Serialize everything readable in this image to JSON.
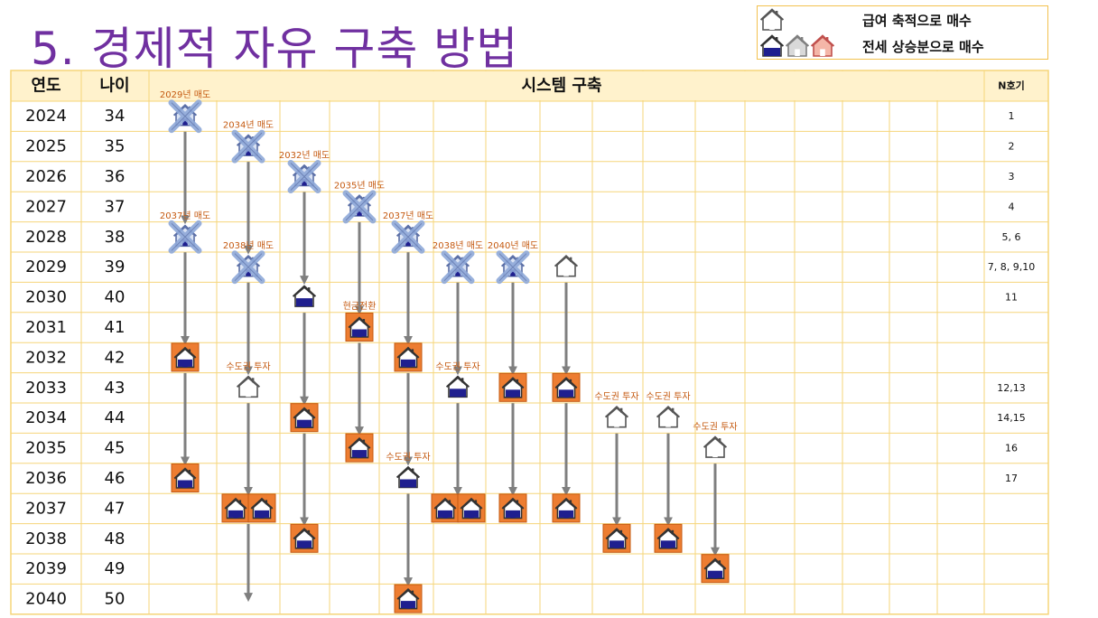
{
  "title": "5. 경제적 자유 구축 방법",
  "legend": {
    "rows": [
      {
        "icons": [
          "house-outline-icon"
        ],
        "text": "급여 축적으로 매수"
      },
      {
        "icons": [
          "house-navy-icon",
          "house-gray-icon",
          "house-pink-icon"
        ],
        "text": "전세 상승분으로 매수"
      }
    ]
  },
  "table": {
    "headers": {
      "year": "연도",
      "age": "나이",
      "system": "시스템 구축",
      "n": "N호기"
    },
    "rows": [
      {
        "year": "2024",
        "age": "34",
        "n": "1"
      },
      {
        "year": "2025",
        "age": "35",
        "n": "2"
      },
      {
        "year": "2026",
        "age": "36",
        "n": "3"
      },
      {
        "year": "2027",
        "age": "37",
        "n": "4"
      },
      {
        "year": "2028",
        "age": "38",
        "n": "5, 6"
      },
      {
        "year": "2029",
        "age": "39",
        "n": "7, 8, 9,10"
      },
      {
        "year": "2030",
        "age": "40",
        "n": "11"
      },
      {
        "year": "2031",
        "age": "41",
        "n": ""
      },
      {
        "year": "2032",
        "age": "42",
        "n": ""
      },
      {
        "year": "2033",
        "age": "43",
        "n": "12,13"
      },
      {
        "year": "2034",
        "age": "44",
        "n": "14,15"
      },
      {
        "year": "2035",
        "age": "45",
        "n": "16"
      },
      {
        "year": "2036",
        "age": "46",
        "n": "17"
      },
      {
        "year": "2037",
        "age": "47",
        "n": ""
      },
      {
        "year": "2038",
        "age": "48",
        "n": ""
      },
      {
        "year": "2039",
        "age": "49",
        "n": ""
      },
      {
        "year": "2040",
        "age": "50",
        "n": ""
      }
    ]
  },
  "colors": {
    "grid": "#F6D57A",
    "header_bg": "#FFF2CC",
    "title": "#7030A0",
    "arrow": "#7F7F7F",
    "label": "#C55A11",
    "orange_box": "#ED7D31",
    "house_navy": "#1F1F8F",
    "cross": "#8FA9D9"
  },
  "chains": [
    {
      "col": 0,
      "events": [
        {
          "year": "2024",
          "icon": "house-navy-crossed",
          "label": "2029년 매도"
        },
        {
          "year": "2028",
          "icon": "house-navy-crossed",
          "label": "2037년 매도"
        },
        {
          "year": "2032",
          "icon": "house-orange"
        },
        {
          "year": "2036",
          "icon": "house-orange"
        }
      ]
    },
    {
      "col": 1,
      "events": [
        {
          "year": "2025",
          "icon": "house-navy-crossed",
          "label": "2034년 매도"
        },
        {
          "year": "2029",
          "icon": "house-navy-crossed",
          "label": "2038년 매도"
        },
        {
          "year": "2033",
          "icon": "house-outline",
          "label": "수도권 투자"
        },
        {
          "year": "2037",
          "icon": "house-orange-double"
        },
        {
          "year": "2040",
          "icon": "none"
        }
      ]
    },
    {
      "col": 2,
      "events": [
        {
          "year": "2026",
          "icon": "house-navy-crossed",
          "label": "2032년 매도"
        },
        {
          "year": "2030",
          "icon": "house-navy"
        },
        {
          "year": "2034",
          "icon": "house-orange"
        },
        {
          "year": "2038",
          "icon": "house-orange"
        }
      ]
    },
    {
      "col": 3,
      "events": [
        {
          "year": "2027",
          "icon": "house-navy-crossed",
          "label": "2035년 매도"
        },
        {
          "year": "2031",
          "icon": "house-orange",
          "label": "현금전환"
        },
        {
          "year": "2035",
          "icon": "house-orange"
        }
      ]
    },
    {
      "col": 4,
      "events": [
        {
          "year": "2028",
          "icon": "house-navy-crossed",
          "label": "2037년 매도"
        },
        {
          "year": "2032",
          "icon": "house-orange"
        },
        {
          "year": "2036",
          "icon": "house-navy",
          "label": "수도권 투자"
        },
        {
          "year": "2040",
          "icon": "house-orange"
        }
      ]
    },
    {
      "col": 5,
      "events": [
        {
          "year": "2029",
          "icon": "house-navy-crossed",
          "label": "2038년 매도"
        },
        {
          "year": "2033",
          "icon": "house-navy",
          "label": "수도권 투자"
        },
        {
          "year": "2037",
          "icon": "house-orange-double"
        }
      ]
    },
    {
      "col": 6,
      "events": [
        {
          "year": "2029",
          "icon": "house-navy-crossed",
          "label": "2040년 매도"
        },
        {
          "year": "2033",
          "icon": "house-orange"
        },
        {
          "year": "2037",
          "icon": "house-orange"
        }
      ]
    },
    {
      "col": 7,
      "events": [
        {
          "year": "2029",
          "icon": "house-outline"
        },
        {
          "year": "2033",
          "icon": "house-orange"
        },
        {
          "year": "2037",
          "icon": "house-orange"
        }
      ]
    },
    {
      "col": 8,
      "events": [
        {
          "year": "2034",
          "icon": "house-outline",
          "label": "수도권 투자"
        },
        {
          "year": "2038",
          "icon": "house-orange"
        }
      ]
    },
    {
      "col": 9,
      "events": [
        {
          "year": "2034",
          "icon": "house-outline",
          "label": "수도권 투자"
        },
        {
          "year": "2038",
          "icon": "house-orange"
        }
      ]
    },
    {
      "col": 10,
      "events": [
        {
          "year": "2035",
          "icon": "house-outline",
          "label": "수도권 투자"
        },
        {
          "year": "2039",
          "icon": "house-orange"
        }
      ]
    }
  ]
}
